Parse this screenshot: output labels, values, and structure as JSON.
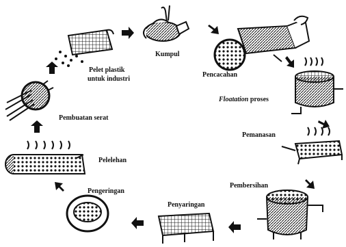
{
  "diagram": {
    "steps": [
      {
        "id": "kumpul",
        "label": "Kumpul"
      },
      {
        "id": "pencacahan",
        "label": "Pencacahan"
      },
      {
        "id": "flotation",
        "label_italic": "Floatation",
        "label_rest": " proses"
      },
      {
        "id": "pemanasan",
        "label": "Pemanasan"
      },
      {
        "id": "pembersihan",
        "label": "Pembersihan"
      },
      {
        "id": "penyaringan",
        "label": "Penyaringan"
      },
      {
        "id": "pengeringan",
        "label": "Pengeringan"
      },
      {
        "id": "pelelehan",
        "label": "Pelelehan"
      },
      {
        "id": "pembuatan-serat",
        "label": "Pembuatan serat"
      },
      {
        "id": "pelet",
        "label_line1": "Pelet plastik",
        "label_line2": "untuk industri"
      }
    ],
    "colors": {
      "ink": "#111111",
      "paper": "#ffffff",
      "shade": "#555555"
    }
  }
}
